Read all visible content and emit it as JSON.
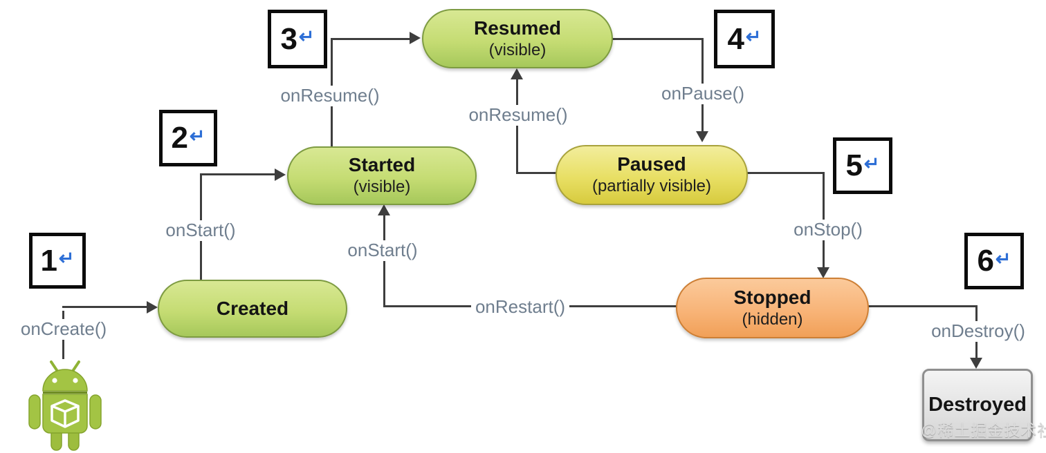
{
  "badges": [
    {
      "number": "1",
      "return_symbol": "↵"
    },
    {
      "number": "2",
      "return_symbol": "↵"
    },
    {
      "number": "3",
      "return_symbol": "↵"
    },
    {
      "number": "4",
      "return_symbol": "↵"
    },
    {
      "number": "5",
      "return_symbol": "↵"
    },
    {
      "number": "6",
      "return_symbol": "↵"
    }
  ],
  "states": {
    "created": {
      "name": "Created"
    },
    "started": {
      "name": "Started",
      "sublabel": "(visible)"
    },
    "resumed": {
      "name": "Resumed",
      "sublabel": "(visible)"
    },
    "paused": {
      "name": "Paused",
      "sublabel": "(partially visible)"
    },
    "stopped": {
      "name": "Stopped",
      "sublabel": "(hidden)"
    },
    "destroyed": {
      "name": "Destroyed"
    }
  },
  "transitions": {
    "on_create": "onCreate()",
    "on_start_left": "onStart()",
    "on_start_mid": "onStart()",
    "on_resume_left": "onResume()",
    "on_resume_mid": "onResume()",
    "on_pause": "onPause()",
    "on_stop": "onStop()",
    "on_restart": "onRestart()",
    "on_destroy": "onDestroy()"
  },
  "icons": {
    "android_robot": "android-robot-logo"
  },
  "watermark": "@稀土掘金技术社区",
  "colors": {
    "state_green": "#c5dc73",
    "state_yellow": "#e8df64",
    "state_orange": "#f8b478",
    "destroyed_gray": "#e3e3e3",
    "badge_border_black": "#0b0b0b",
    "return_symbol_blue": "#2e6fd6",
    "connector_gray": "#3e3e3e",
    "label_gray_blue": "#6f7e8e"
  }
}
